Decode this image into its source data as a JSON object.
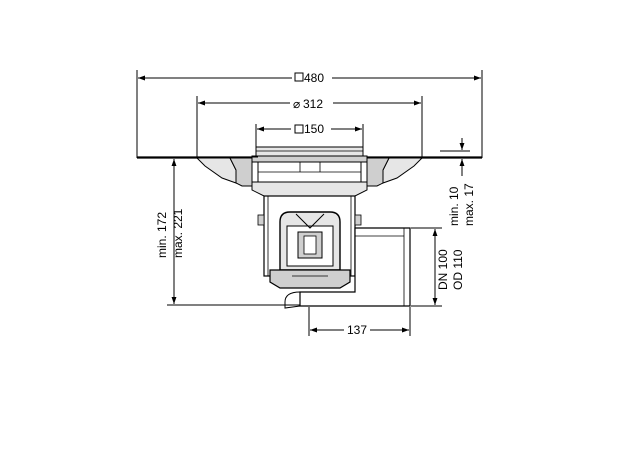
{
  "dimensions": {
    "top_width": "480",
    "flange_diameter": "312",
    "grate_size": "150",
    "height_min": "min. 172",
    "height_max": "max. 221",
    "flange_offset_min": "min. 10",
    "flange_offset_max": "max. 17",
    "outlet_nominal": "DN 100",
    "outlet_outer": "OD 110",
    "outlet_length": "137"
  },
  "colors": {
    "line": "#000000",
    "fill_light": "#e6e6e6",
    "fill_mid": "#cfcfcf",
    "background": "#ffffff"
  }
}
